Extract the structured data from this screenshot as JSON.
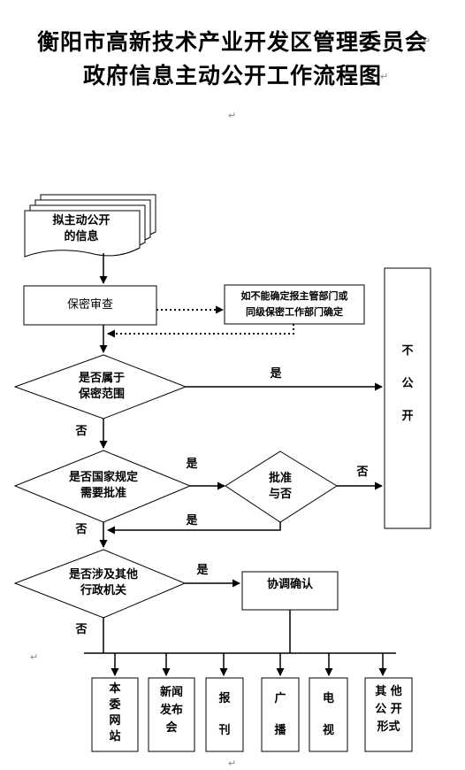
{
  "title": {
    "line1": "衡阳市高新技术产业开发区管理委员会",
    "line2": "政府信息主动公开工作流程图"
  },
  "nodes": {
    "start": [
      "拟主动公开",
      "的信息"
    ],
    "review": "保密审查",
    "unsure": [
      "如不能确定报主管部门或",
      "同级保密工作部门确定"
    ],
    "d1": [
      "是否属于",
      "保密范围"
    ],
    "d2": [
      "是否国家规定",
      "需要批准"
    ],
    "approve": [
      "批准",
      "与否"
    ],
    "d3": [
      "是否涉及其他",
      "行政机关"
    ],
    "coord": "协调确认",
    "nodisclose": [
      "不",
      "公",
      "开"
    ]
  },
  "edges": {
    "yes1": "是",
    "no1": "否",
    "yes2": "是",
    "no2": "否",
    "no_approve": "否",
    "yes_approve": "是",
    "yes3": "是",
    "no3": "否"
  },
  "channels": [
    [
      "本",
      "委",
      "网",
      "站"
    ],
    [
      "新闻",
      "发布",
      "会"
    ],
    [
      "报",
      "刊"
    ],
    [
      "广",
      "播"
    ],
    [
      "电",
      "视"
    ],
    [
      "其 他",
      "公 开",
      "形式"
    ]
  ],
  "marks": {
    "para": "↵"
  }
}
